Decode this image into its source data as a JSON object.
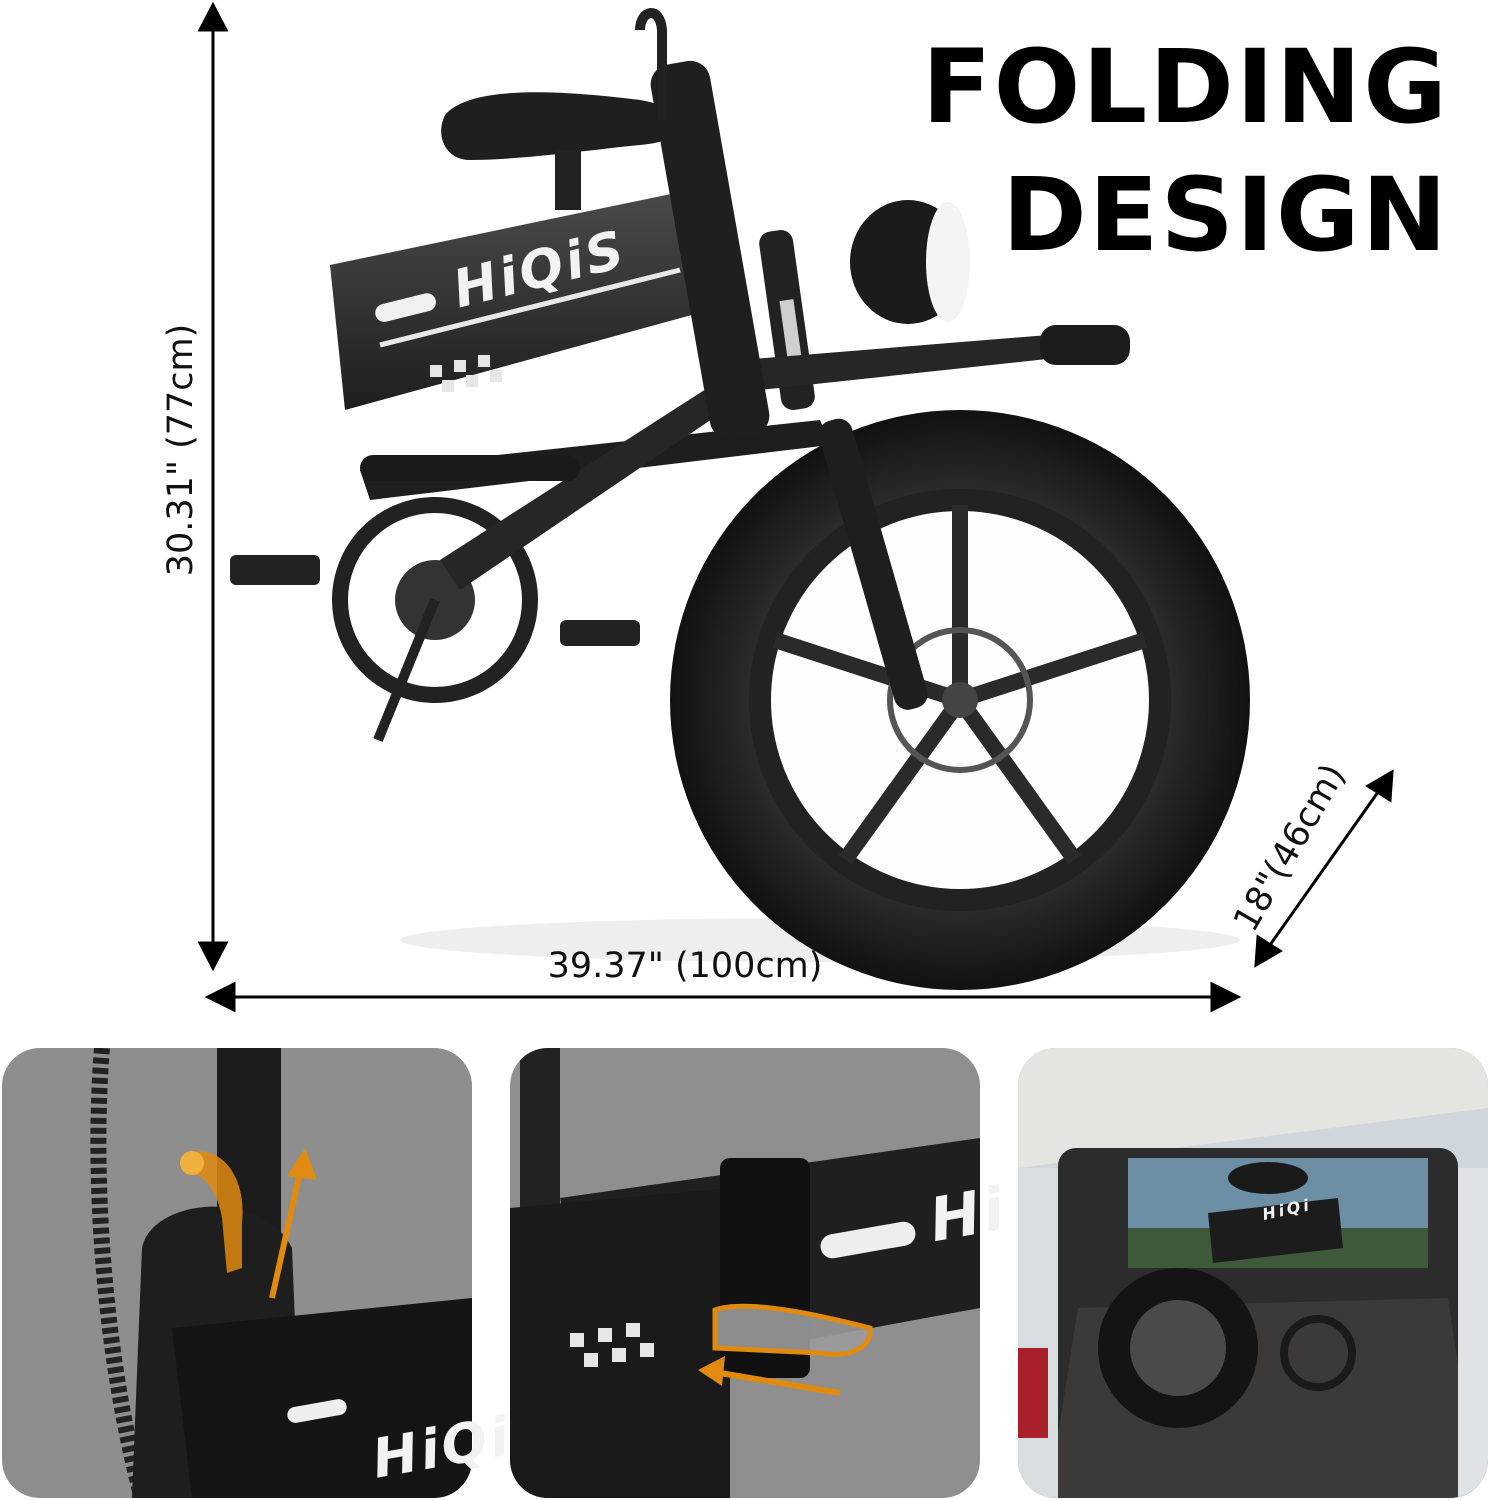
{
  "headline": {
    "line1": "FOLDING",
    "line2": "DESIGN"
  },
  "dimensions": {
    "height": "30.31\" (77cm)",
    "width": "39.37\" (100cm)",
    "depth": "18\"(46cm)"
  },
  "brand": "HiQiS",
  "brand_partial": "HiQi",
  "brand_partial_2": "Hi",
  "colors": {
    "frame": "#2a2a2a",
    "tire": "#1a1a1a",
    "accent": "#e08a10",
    "panel_bg": "#8e8e8e"
  }
}
